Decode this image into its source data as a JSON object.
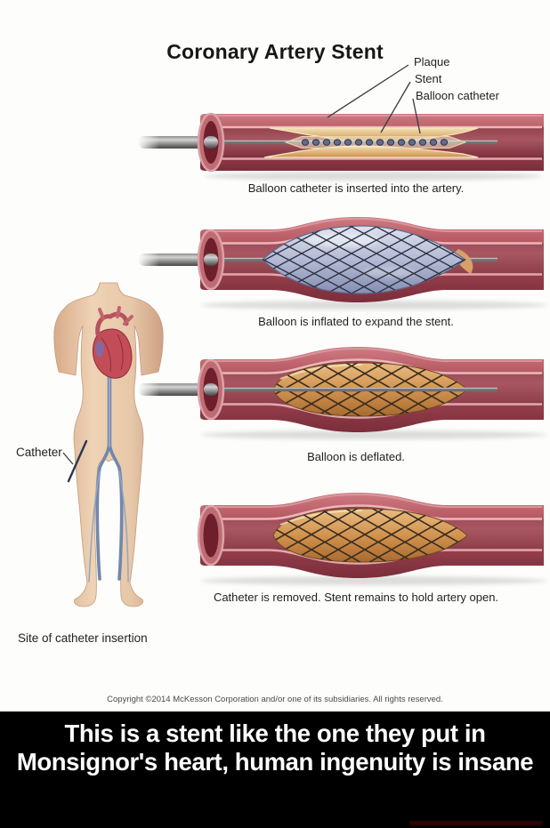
{
  "title": "Coronary Artery Stent",
  "top_labels": {
    "plaque": "Plaque",
    "stent": "Stent",
    "balloon_catheter": "Balloon catheter"
  },
  "stages": [
    {
      "caption": "Balloon catheter is inserted into the artery."
    },
    {
      "caption": "Balloon is inflated to expand the stent."
    },
    {
      "caption": "Balloon is deflated."
    },
    {
      "caption": "Catheter is removed. Stent remains to hold artery open."
    }
  ],
  "body_figure": {
    "catheter_label": "Catheter",
    "insertion_caption": "Site of catheter insertion"
  },
  "copyright": "Copyright ©2014 McKesson Corporation and/or one of its subsidiaries. All rights reserved.",
  "meme": {
    "line1": "This is a stent like the one they put in",
    "line2": "Monsignor's heart, human ingenuity is insane",
    "bg": "#000000",
    "text_color": "#ffffff"
  },
  "colors": {
    "artery_red": "#b5525c",
    "lumen_dark_red": "#7d2e3a",
    "plaque_tan": "#ddb076",
    "balloon_blue": "#aab1cc",
    "stent_tan": "#d2934f",
    "catheter_gray": "#8f8f8f",
    "skin": "#e7c8a9",
    "vessel_blue": "#7287ad",
    "background": "#fdfdfc"
  }
}
